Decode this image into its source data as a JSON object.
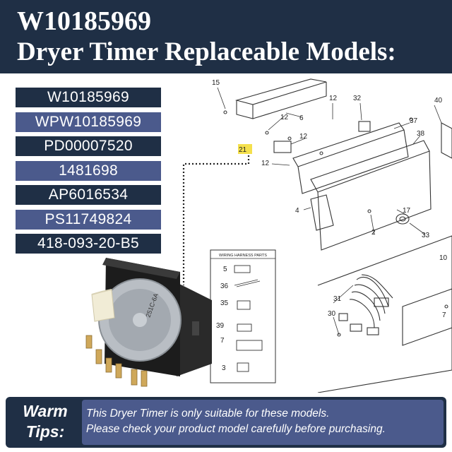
{
  "header": {
    "line1": "W10185969",
    "line2": "Dryer Timer Replaceable Models:"
  },
  "models": [
    "W10185969",
    "WPW10185969",
    "PD00007520",
    "1481698",
    "AP6016534",
    "PS11749824",
    "418-093-20-B5"
  ],
  "diagram": {
    "part_labels": [
      "15",
      "6",
      "12",
      "12",
      "32",
      "40",
      "37",
      "38",
      "21",
      "12",
      "12",
      "4",
      "17",
      "2",
      "33",
      "10",
      "31",
      "30",
      "7"
    ],
    "harness_title": "WIRING HARNESS PARTS",
    "harness_labels": [
      "5",
      "36",
      "35",
      "39",
      "7",
      "3"
    ]
  },
  "timer": {
    "motor_text": "251C-6A"
  },
  "tips": {
    "title_line1": "Warm",
    "title_line2": "Tips:",
    "line1": "This Dryer Timer is only suitable for these models.",
    "line2": "Please check your product model carefully before purchasing."
  },
  "colors": {
    "navy": "#1f2f45",
    "slate_blue": "#4b5a8c",
    "callout_yellow": "#f4e04d"
  }
}
